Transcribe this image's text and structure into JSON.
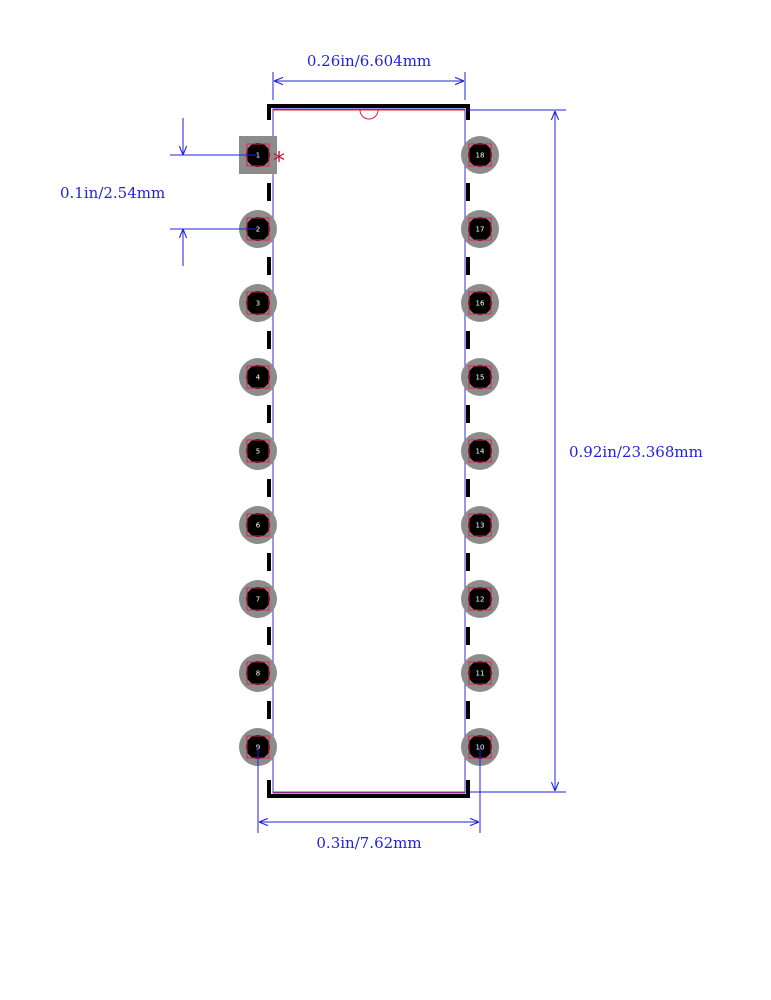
{
  "dimensions": {
    "body_width_label": "0.26in/6.604mm",
    "pitch_label": "0.1in/2.54mm",
    "body_length_label": "0.92in/23.368mm",
    "row_spacing_label": "0.3in/7.62mm"
  },
  "pins": {
    "left": [
      "1",
      "2",
      "3",
      "4",
      "5",
      "6",
      "7",
      "8",
      "9"
    ],
    "right": [
      "18",
      "17",
      "16",
      "15",
      "14",
      "13",
      "12",
      "11",
      "10"
    ]
  },
  "pin1_marker": "*",
  "colors": {
    "dimension": "#2222dd",
    "outline": "#000000",
    "pad_ring": "#8c8c8c",
    "pad_hole": "#000000",
    "pad_outline": "#dd2244",
    "body_line": "#3333cc",
    "pin1_marker": "#cc1133"
  }
}
